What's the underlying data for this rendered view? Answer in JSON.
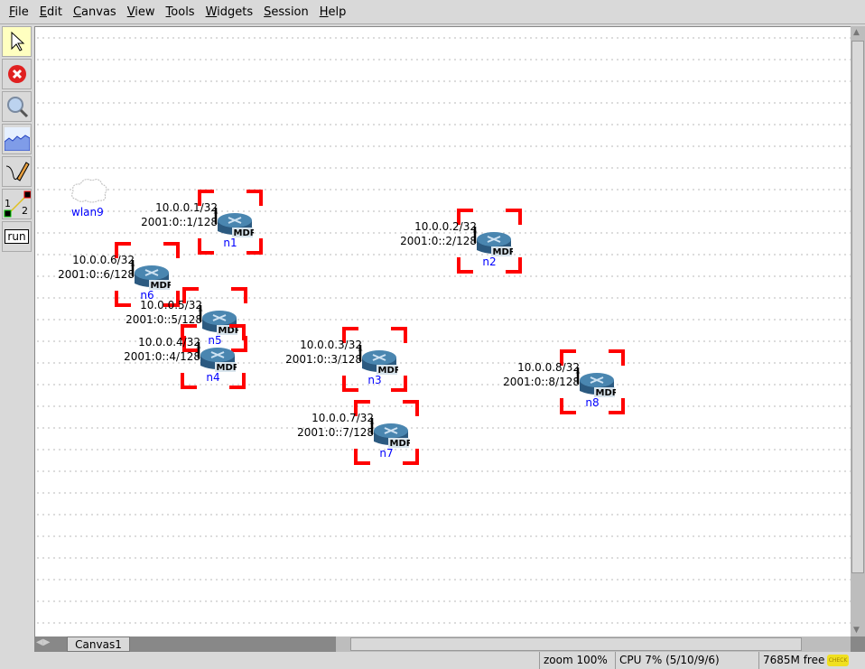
{
  "menu": [
    "File",
    "Edit",
    "Canvas",
    "View",
    "Tools",
    "Widgets",
    "Session",
    "Help"
  ],
  "toolbar": {
    "tools": [
      "select-tool",
      "stop-tool",
      "zoom-tool",
      "plot-tool",
      "marker-tool",
      "two-node-tool",
      "run-tool"
    ],
    "run_label": "run",
    "two_node_label_1": "1",
    "two_node_label_2": "2"
  },
  "canvas": {
    "wlan": {
      "name": "wlan9"
    },
    "nodes": [
      {
        "name": "n1",
        "ipv4": "10.0.0.1/32",
        "ipv6": "2001:0::1/128",
        "type": "MDR"
      },
      {
        "name": "n2",
        "ipv4": "10.0.0.2/32",
        "ipv6": "2001:0::2/128",
        "type": "MDR"
      },
      {
        "name": "n6",
        "ipv4": "10.0.0.6/32",
        "ipv6": "2001:0::6/128",
        "type": "MDR"
      },
      {
        "name": "n5",
        "ipv4": "10.0.0.5/32",
        "ipv6": "2001:0::5/128",
        "type": "MDR"
      },
      {
        "name": "n4",
        "ipv4": "10.0.0.4/32",
        "ipv6": "2001:0::4/128",
        "type": "MDR"
      },
      {
        "name": "n3",
        "ipv4": "10.0.0.3/32",
        "ipv6": "2001:0::3/128",
        "type": "MDR"
      },
      {
        "name": "n7",
        "ipv4": "10.0.0.7/32",
        "ipv6": "2001:0::7/128",
        "type": "MDR"
      },
      {
        "name": "n8",
        "ipv4": "10.0.0.8/32",
        "ipv6": "2001:0::8/128",
        "type": "MDR"
      }
    ],
    "selection_color": "#ff0000"
  },
  "tabs": [
    "Canvas1"
  ],
  "status": {
    "zoom": "zoom 100%",
    "cpu": "CPU 7% (5/10/9/6)",
    "mem": "7685M free",
    "check_icon": "CHECK"
  }
}
